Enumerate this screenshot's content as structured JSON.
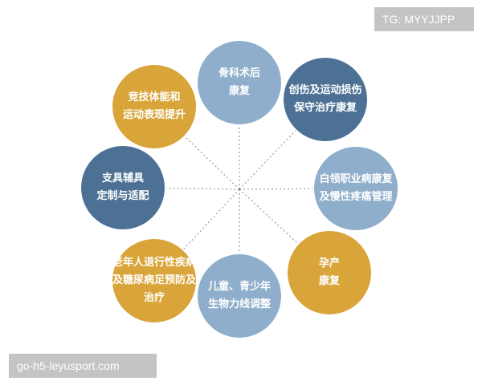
{
  "colors": {
    "gold": "#d9a53a",
    "navy": "#4d7195",
    "light_blue": "#8faecb",
    "connector": "#9a9a9a"
  },
  "nodes": [
    {
      "id": "orthopedic-post-surgery",
      "lines": [
        "骨科术后",
        "康复"
      ],
      "color": "light_blue"
    },
    {
      "id": "trauma-sports-injury",
      "lines": [
        "创伤及运动损伤",
        "保守治疗康复"
      ],
      "color": "navy"
    },
    {
      "id": "occupational-chronic-pain",
      "lines": [
        "白领职业病康复",
        "及慢性疼痛管理"
      ],
      "color": "light_blue"
    },
    {
      "id": "pregnancy",
      "lines": [
        "孕产",
        "康复"
      ],
      "color": "gold"
    },
    {
      "id": "youth-biomechanics",
      "lines": [
        "儿童、青少年",
        "生物力线调整"
      ],
      "color": "light_blue"
    },
    {
      "id": "elderly-degenerative-diabetic-foot",
      "lines": [
        "老年人退行性疾病",
        "及糖尿病足预防及",
        "治疗"
      ],
      "color": "gold"
    },
    {
      "id": "orthotics-customization",
      "lines": [
        "支具辅具",
        "定制与适配"
      ],
      "color": "navy"
    },
    {
      "id": "athletic-performance",
      "lines": [
        "竞技体能和",
        "运动表现提升"
      ],
      "color": "gold"
    }
  ],
  "watermarks": {
    "top_right": "TG: MYYJJPP",
    "bottom_left": "go-h5-leyusport.com"
  }
}
